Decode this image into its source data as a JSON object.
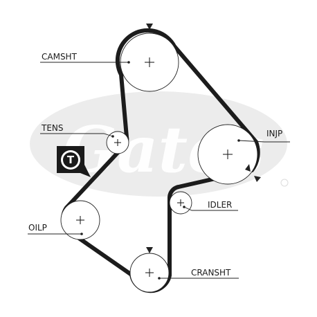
{
  "diagram": {
    "watermark_text": "Gates",
    "tensioner_badge": {
      "letter": "T",
      "icon": "tensioner-t-icon",
      "color": "#1a1a1a"
    },
    "labels": {
      "camshaft": "CAMSHT",
      "tensioner": "TENS",
      "injection_pump": "INJP",
      "idler": "IDLER",
      "oil_pump": "OILP",
      "crankshaft": "CRANSHT"
    },
    "colors": {
      "belt": "#1c1c1c",
      "watermark": "#ececec",
      "background": "#ffffff"
    }
  }
}
